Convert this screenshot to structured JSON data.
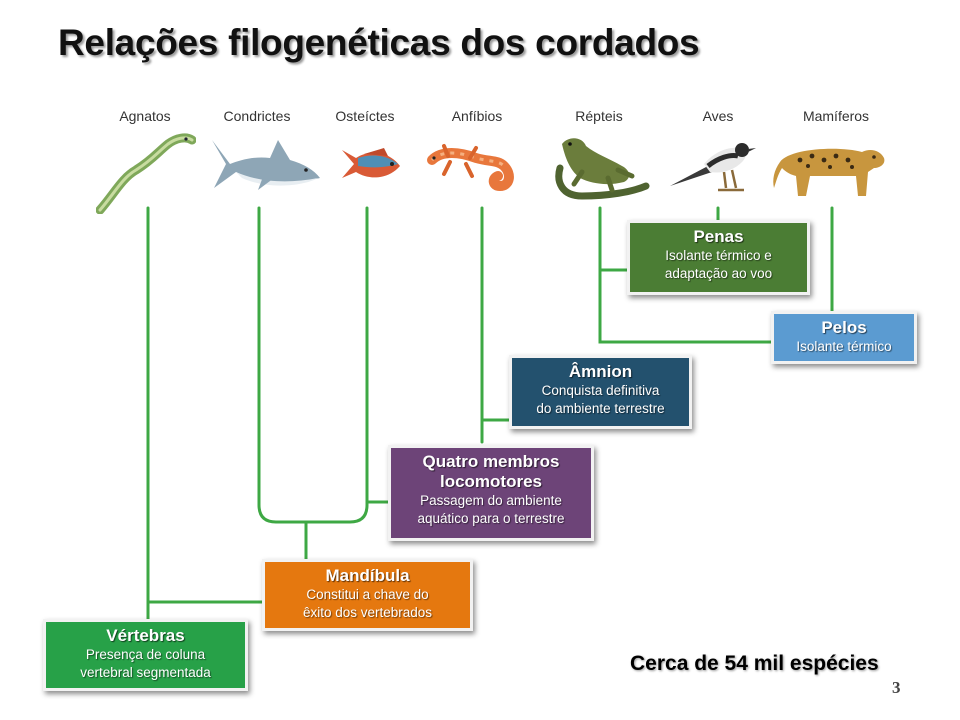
{
  "title": "Relações filogenéticas dos cordados",
  "taxa": [
    "Agnatos",
    "Condrictes",
    "Osteíctes",
    "Anfíbios",
    "Répteis",
    "Aves",
    "Mamíferos"
  ],
  "characters": [
    {
      "title": "Vértebras",
      "desc": [
        "Presença de coluna",
        "vertebral segmentada"
      ],
      "color": "#27a148"
    },
    {
      "title": "Mandíbula",
      "desc": [
        "Constitui a chave do",
        "êxito dos vertebrados"
      ],
      "color": "#e5780f"
    },
    {
      "title": "Quatro membros locomotores",
      "title_lines": [
        "Quatro membros",
        "locomotores"
      ],
      "desc": [
        "Passagem do ambiente",
        "aquático para o terrestre"
      ],
      "color": "#6d4478"
    },
    {
      "title": "Âmnion",
      "desc": [
        "Conquista definitiva",
        "do ambiente terrestre"
      ],
      "color": "#23516e"
    },
    {
      "title": "Pelos",
      "desc": [
        "Isolante térmico"
      ],
      "color": "#5b9bd1"
    },
    {
      "title": "Penas",
      "desc": [
        "Isolante térmico e",
        "adaptação ao voo"
      ],
      "color": "#4b7d34"
    }
  ],
  "colors": {
    "branch": "#3ea844"
  },
  "footer": "Cerca de 54 mil espécies",
  "page_number": "3",
  "icons": [
    "lamprey-icon",
    "shark-icon",
    "fish-icon",
    "salamander-icon",
    "lizard-icon",
    "bird-icon",
    "jaguar-icon"
  ]
}
